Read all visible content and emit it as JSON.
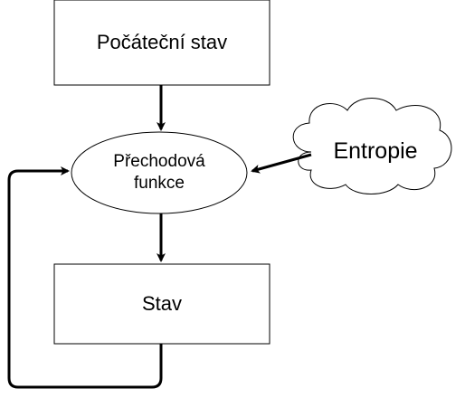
{
  "nodes": {
    "initial_state": "Počáteční stav",
    "transition_function": [
      "Přechodová",
      "funkce"
    ],
    "entropy": "Entropie",
    "state": "Stav"
  },
  "colors": {
    "stroke": "#000000",
    "fill": "#ffffff",
    "text": "#000000"
  }
}
